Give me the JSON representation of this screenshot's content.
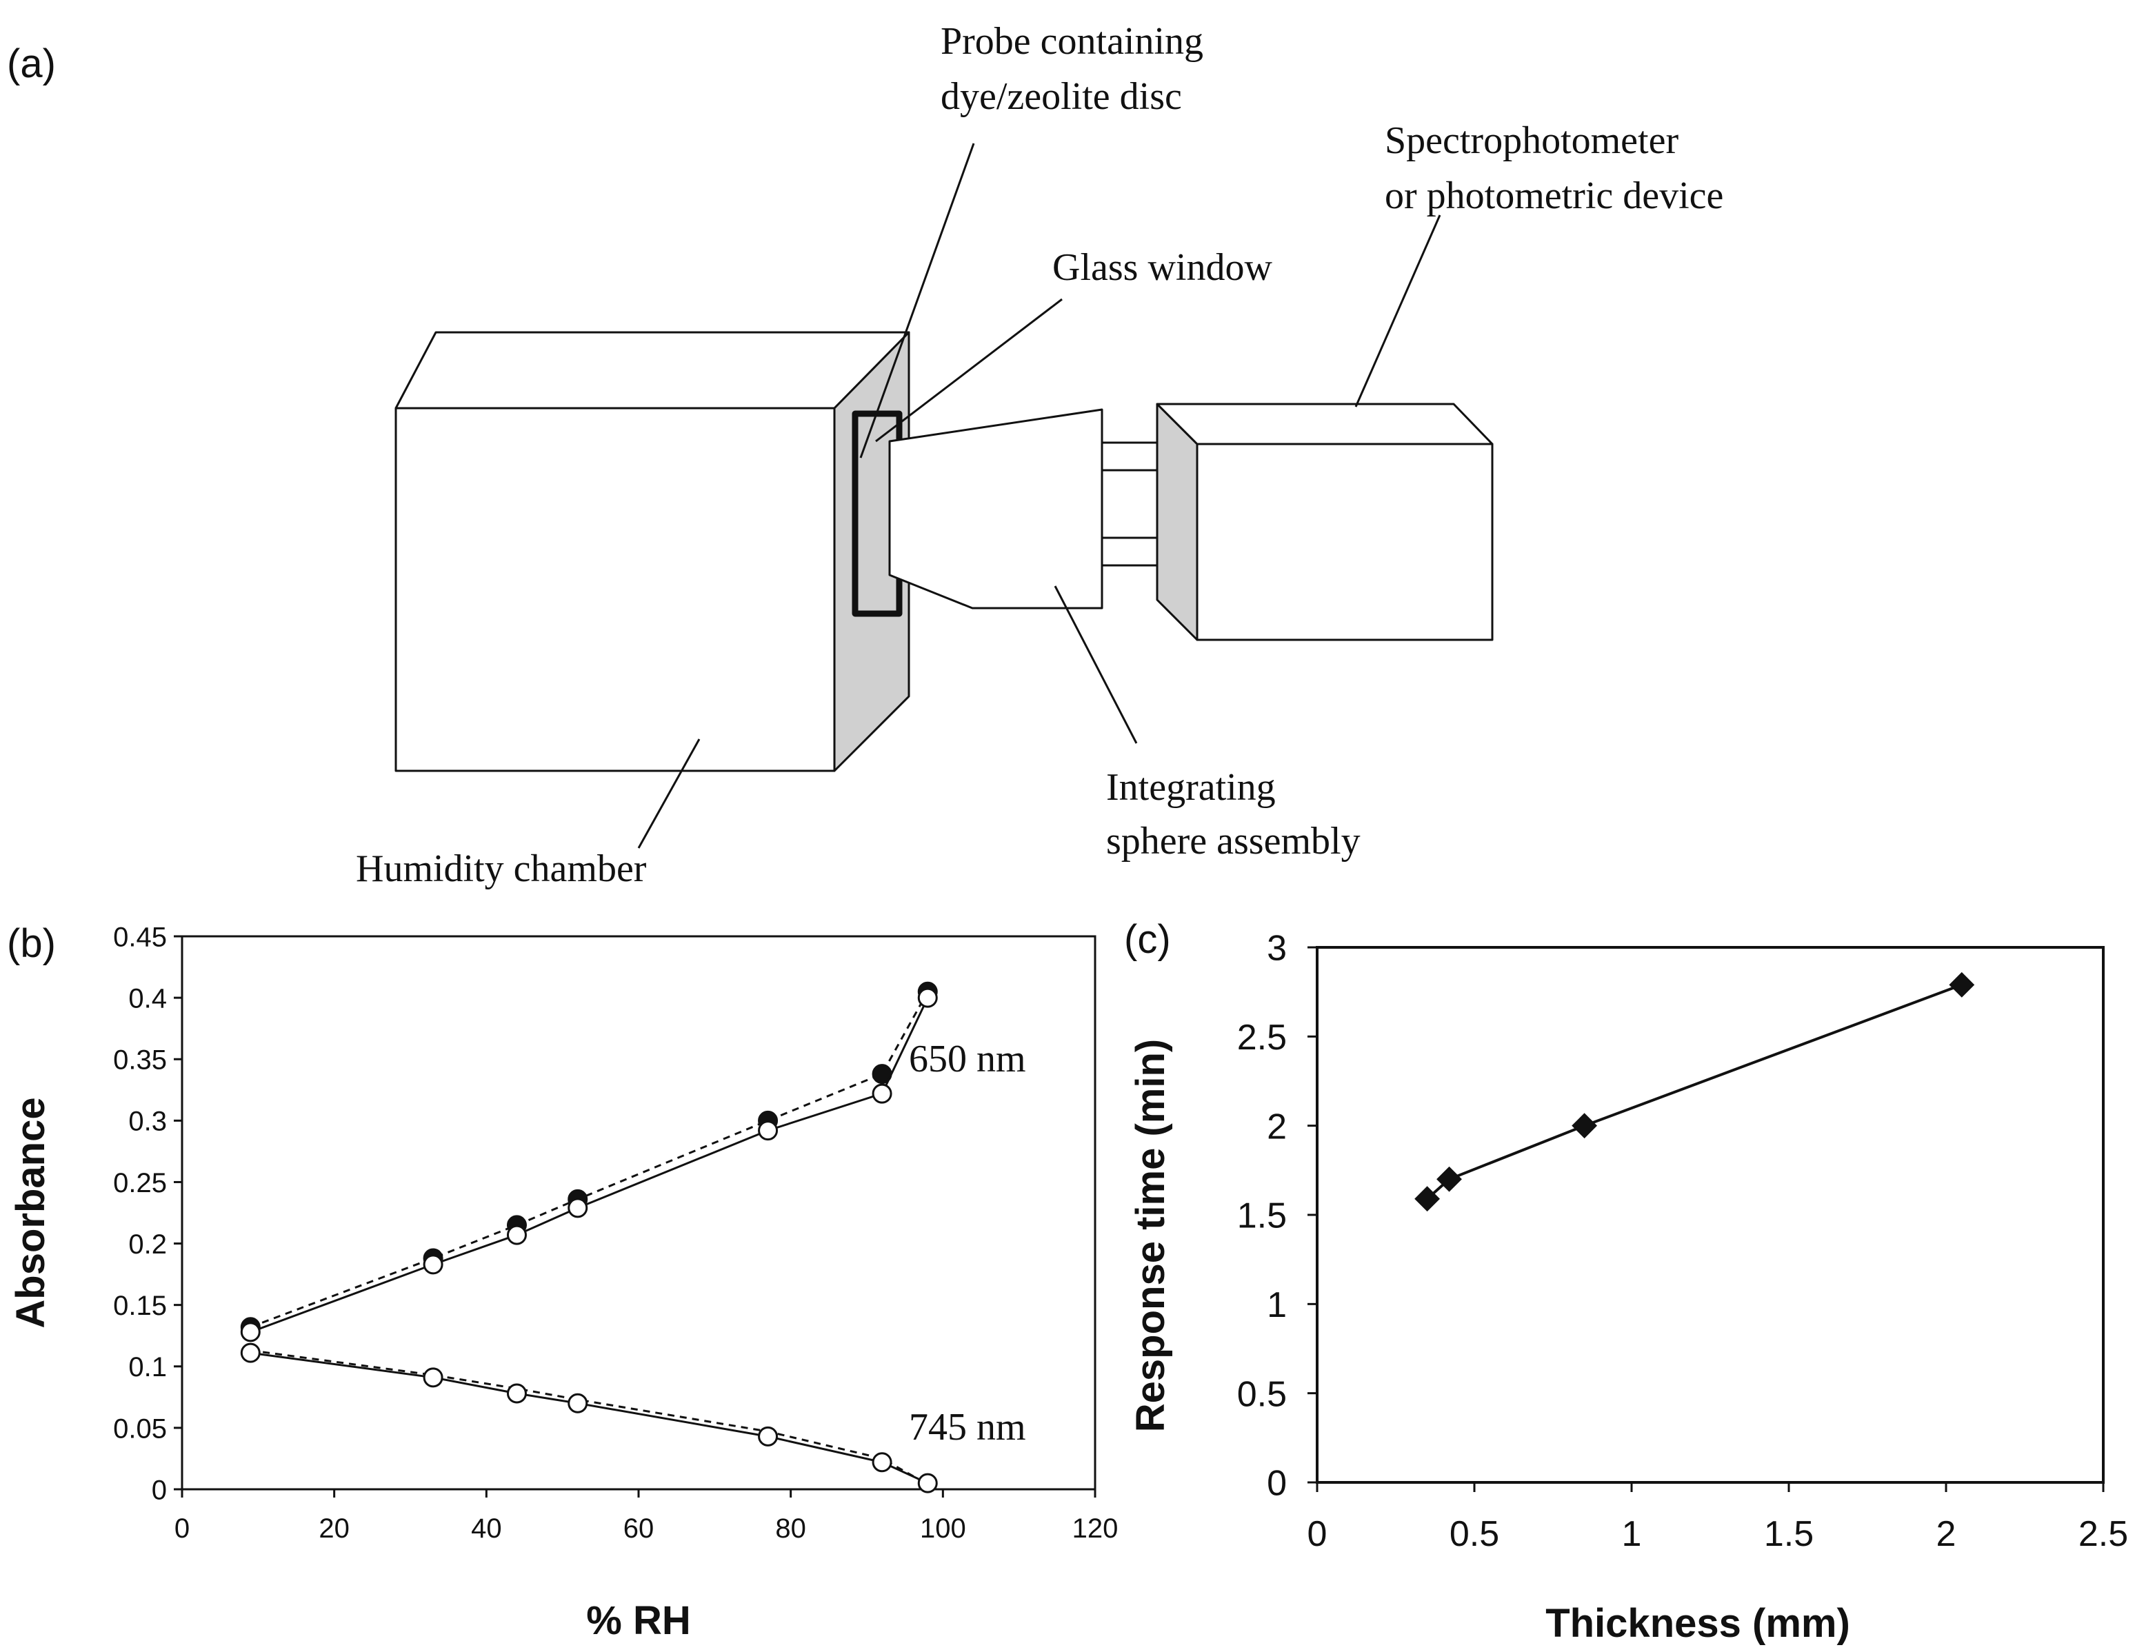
{
  "panels": {
    "a": "(a)",
    "b": "(b)",
    "c": "(c)"
  },
  "diagram": {
    "probe_line1": "Probe containing",
    "probe_line2": "dye/zeolite disc",
    "glass_window": "Glass window",
    "spectro_line1": "Spectrophotometer",
    "spectro_line2": "or photometric device",
    "integrating_line1": "Integrating",
    "integrating_line2": "sphere assembly",
    "humidity_chamber": "Humidity chamber"
  },
  "colors": {
    "ink": "#111111",
    "panel_fill": "#ffffff",
    "side_shade": "#d0d0d0"
  },
  "chart_data": [
    {
      "panel": "b",
      "type": "line",
      "xlabel": "% RH",
      "ylabel": "Absorbance",
      "xlim": [
        0,
        120
      ],
      "ylim": [
        0,
        0.45
      ],
      "xticks": [
        0,
        20,
        40,
        60,
        80,
        100,
        120
      ],
      "yticks": [
        0,
        0.05,
        0.1,
        0.15,
        0.2,
        0.25,
        0.3,
        0.35,
        0.4,
        0.45
      ],
      "grid": false,
      "annotations": [
        "650 nm",
        "745 nm"
      ],
      "series": [
        {
          "label": "650 nm",
          "marker": "filled-circle",
          "line": "dashed",
          "x": [
            9,
            33,
            44,
            52,
            77,
            92,
            98
          ],
          "y": [
            0.132,
            0.188,
            0.215,
            0.236,
            0.3,
            0.338,
            0.405
          ]
        },
        {
          "label": "650 nm",
          "marker": "open-circle",
          "line": "solid",
          "x": [
            9,
            33,
            44,
            52,
            77,
            92,
            98
          ],
          "y": [
            0.128,
            0.183,
            0.207,
            0.229,
            0.292,
            0.322,
            0.4
          ]
        },
        {
          "label": "745 nm",
          "marker": "none",
          "line": "dashed",
          "x": [
            9,
            33,
            44,
            52,
            77,
            92,
            98
          ],
          "y": [
            0.113,
            0.093,
            0.082,
            0.073,
            0.047,
            0.025,
            0.004
          ]
        },
        {
          "label": "745 nm",
          "marker": "open-circle",
          "line": "solid",
          "x": [
            9,
            33,
            44,
            52,
            77,
            92,
            98
          ],
          "y": [
            0.111,
            0.091,
            0.078,
            0.07,
            0.043,
            0.022,
            0.005
          ]
        }
      ]
    },
    {
      "panel": "c",
      "type": "line",
      "xlabel": "Thickness (mm)",
      "ylabel": "Response time (min)",
      "xlim": [
        0,
        2.5
      ],
      "ylim": [
        0,
        3
      ],
      "xticks": [
        0,
        0.5,
        1,
        1.5,
        2,
        2.5
      ],
      "yticks": [
        0,
        0.5,
        1,
        1.5,
        2,
        2.5,
        3
      ],
      "grid": false,
      "series": [
        {
          "marker": "filled-diamond",
          "line": "solid",
          "x": [
            0.35,
            0.42,
            0.85,
            2.05
          ],
          "y": [
            1.59,
            1.7,
            2.0,
            2.79
          ]
        }
      ]
    }
  ]
}
